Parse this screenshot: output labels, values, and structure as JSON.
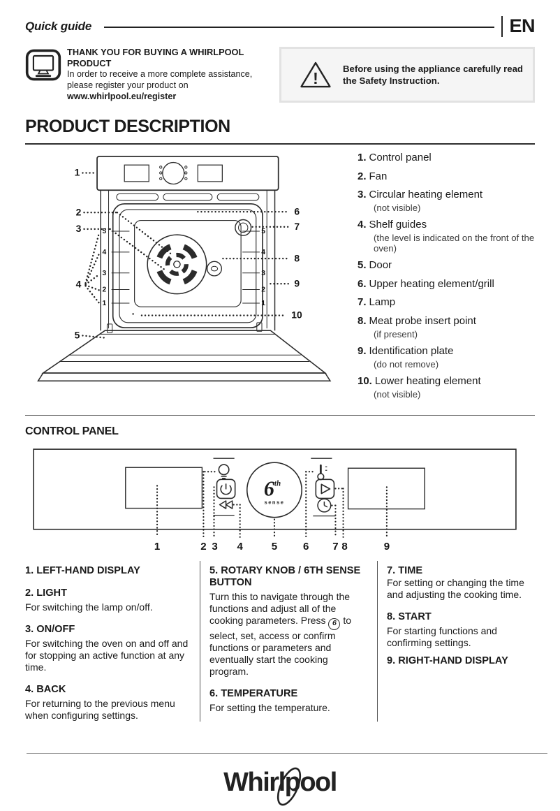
{
  "header": {
    "title": "Quick guide",
    "lang": "EN"
  },
  "intro": {
    "thanks_title": "THANK YOU FOR BUYING A WHIRLPOOL PRODUCT",
    "thanks_body": "In order to receive a more complete assistance, please register your product on ",
    "thanks_url": "www.whirlpool.eu/register",
    "warning_text": "Before using the appliance carefully read the Safety Instruction.",
    "warning_glyph": "!"
  },
  "product": {
    "title": "PRODUCT DESCRIPTION",
    "items": [
      {
        "num": "1.",
        "name": "Control panel"
      },
      {
        "num": "2.",
        "name": "Fan"
      },
      {
        "num": "3.",
        "name": "Circular heating element",
        "note": "(not visible)"
      },
      {
        "num": "4.",
        "name": "Shelf guides",
        "note": "(the level is indicated on the front of the oven)"
      },
      {
        "num": "5.",
        "name": "Door"
      },
      {
        "num": "6.",
        "name": "Upper heating element/grill"
      },
      {
        "num": "7.",
        "name": "Lamp"
      },
      {
        "num": "8.",
        "name": "Meat probe insert point",
        "note": "(if present)"
      },
      {
        "num": "9.",
        "name": "Identification plate",
        "note": "(do not remove)"
      },
      {
        "num": "10.",
        "name": "Lower heating element",
        "note": "(not visible)"
      }
    ]
  },
  "oven_diagram": {
    "callouts": [
      "1",
      "2",
      "3",
      "4",
      "5",
      "6",
      "7",
      "8",
      "9",
      "10"
    ],
    "shelf_levels": [
      "5",
      "4",
      "3",
      "2",
      "1"
    ]
  },
  "control_panel": {
    "title": "CONTROL PANEL",
    "numbers": [
      "1",
      "2",
      "3",
      "4",
      "5",
      "6",
      "7",
      "8",
      "9"
    ],
    "knob": {
      "digit": "6",
      "sup": "th",
      "word": "sense"
    }
  },
  "descriptions": {
    "col1": [
      {
        "heading": "1. LEFT-HAND DISPLAY"
      },
      {
        "heading": "2. LIGHT",
        "body": "For switching the lamp on/off."
      },
      {
        "heading": "3. ON/OFF",
        "body": "For switching the oven on and off and for stopping an active function at any time."
      },
      {
        "heading": "4. BACK",
        "body": "For returning to the previous menu when configuring settings."
      }
    ],
    "col2": {
      "item5_heading": "5. ROTARY KNOB / 6TH SENSE BUTTON",
      "item5_before": "Turn this to navigate through the functions and adjust all of the cooking parameters. Press",
      "item5_icon_glyph": "6",
      "item5_after": "to select, set, access or confirm functions or parameters and eventually start the cooking program.",
      "item6_heading": "6. TEMPERATURE",
      "item6_body": "For setting the temperature."
    },
    "col3": [
      {
        "heading": "7. TIME",
        "body": "For setting or changing the time and adjusting the cooking time."
      },
      {
        "heading": "8. START",
        "body": "For starting functions and confirming settings."
      },
      {
        "heading": "9. RIGHT-HAND DISPLAY"
      }
    ]
  },
  "footer": {
    "logo_text": "Whirlpool"
  }
}
